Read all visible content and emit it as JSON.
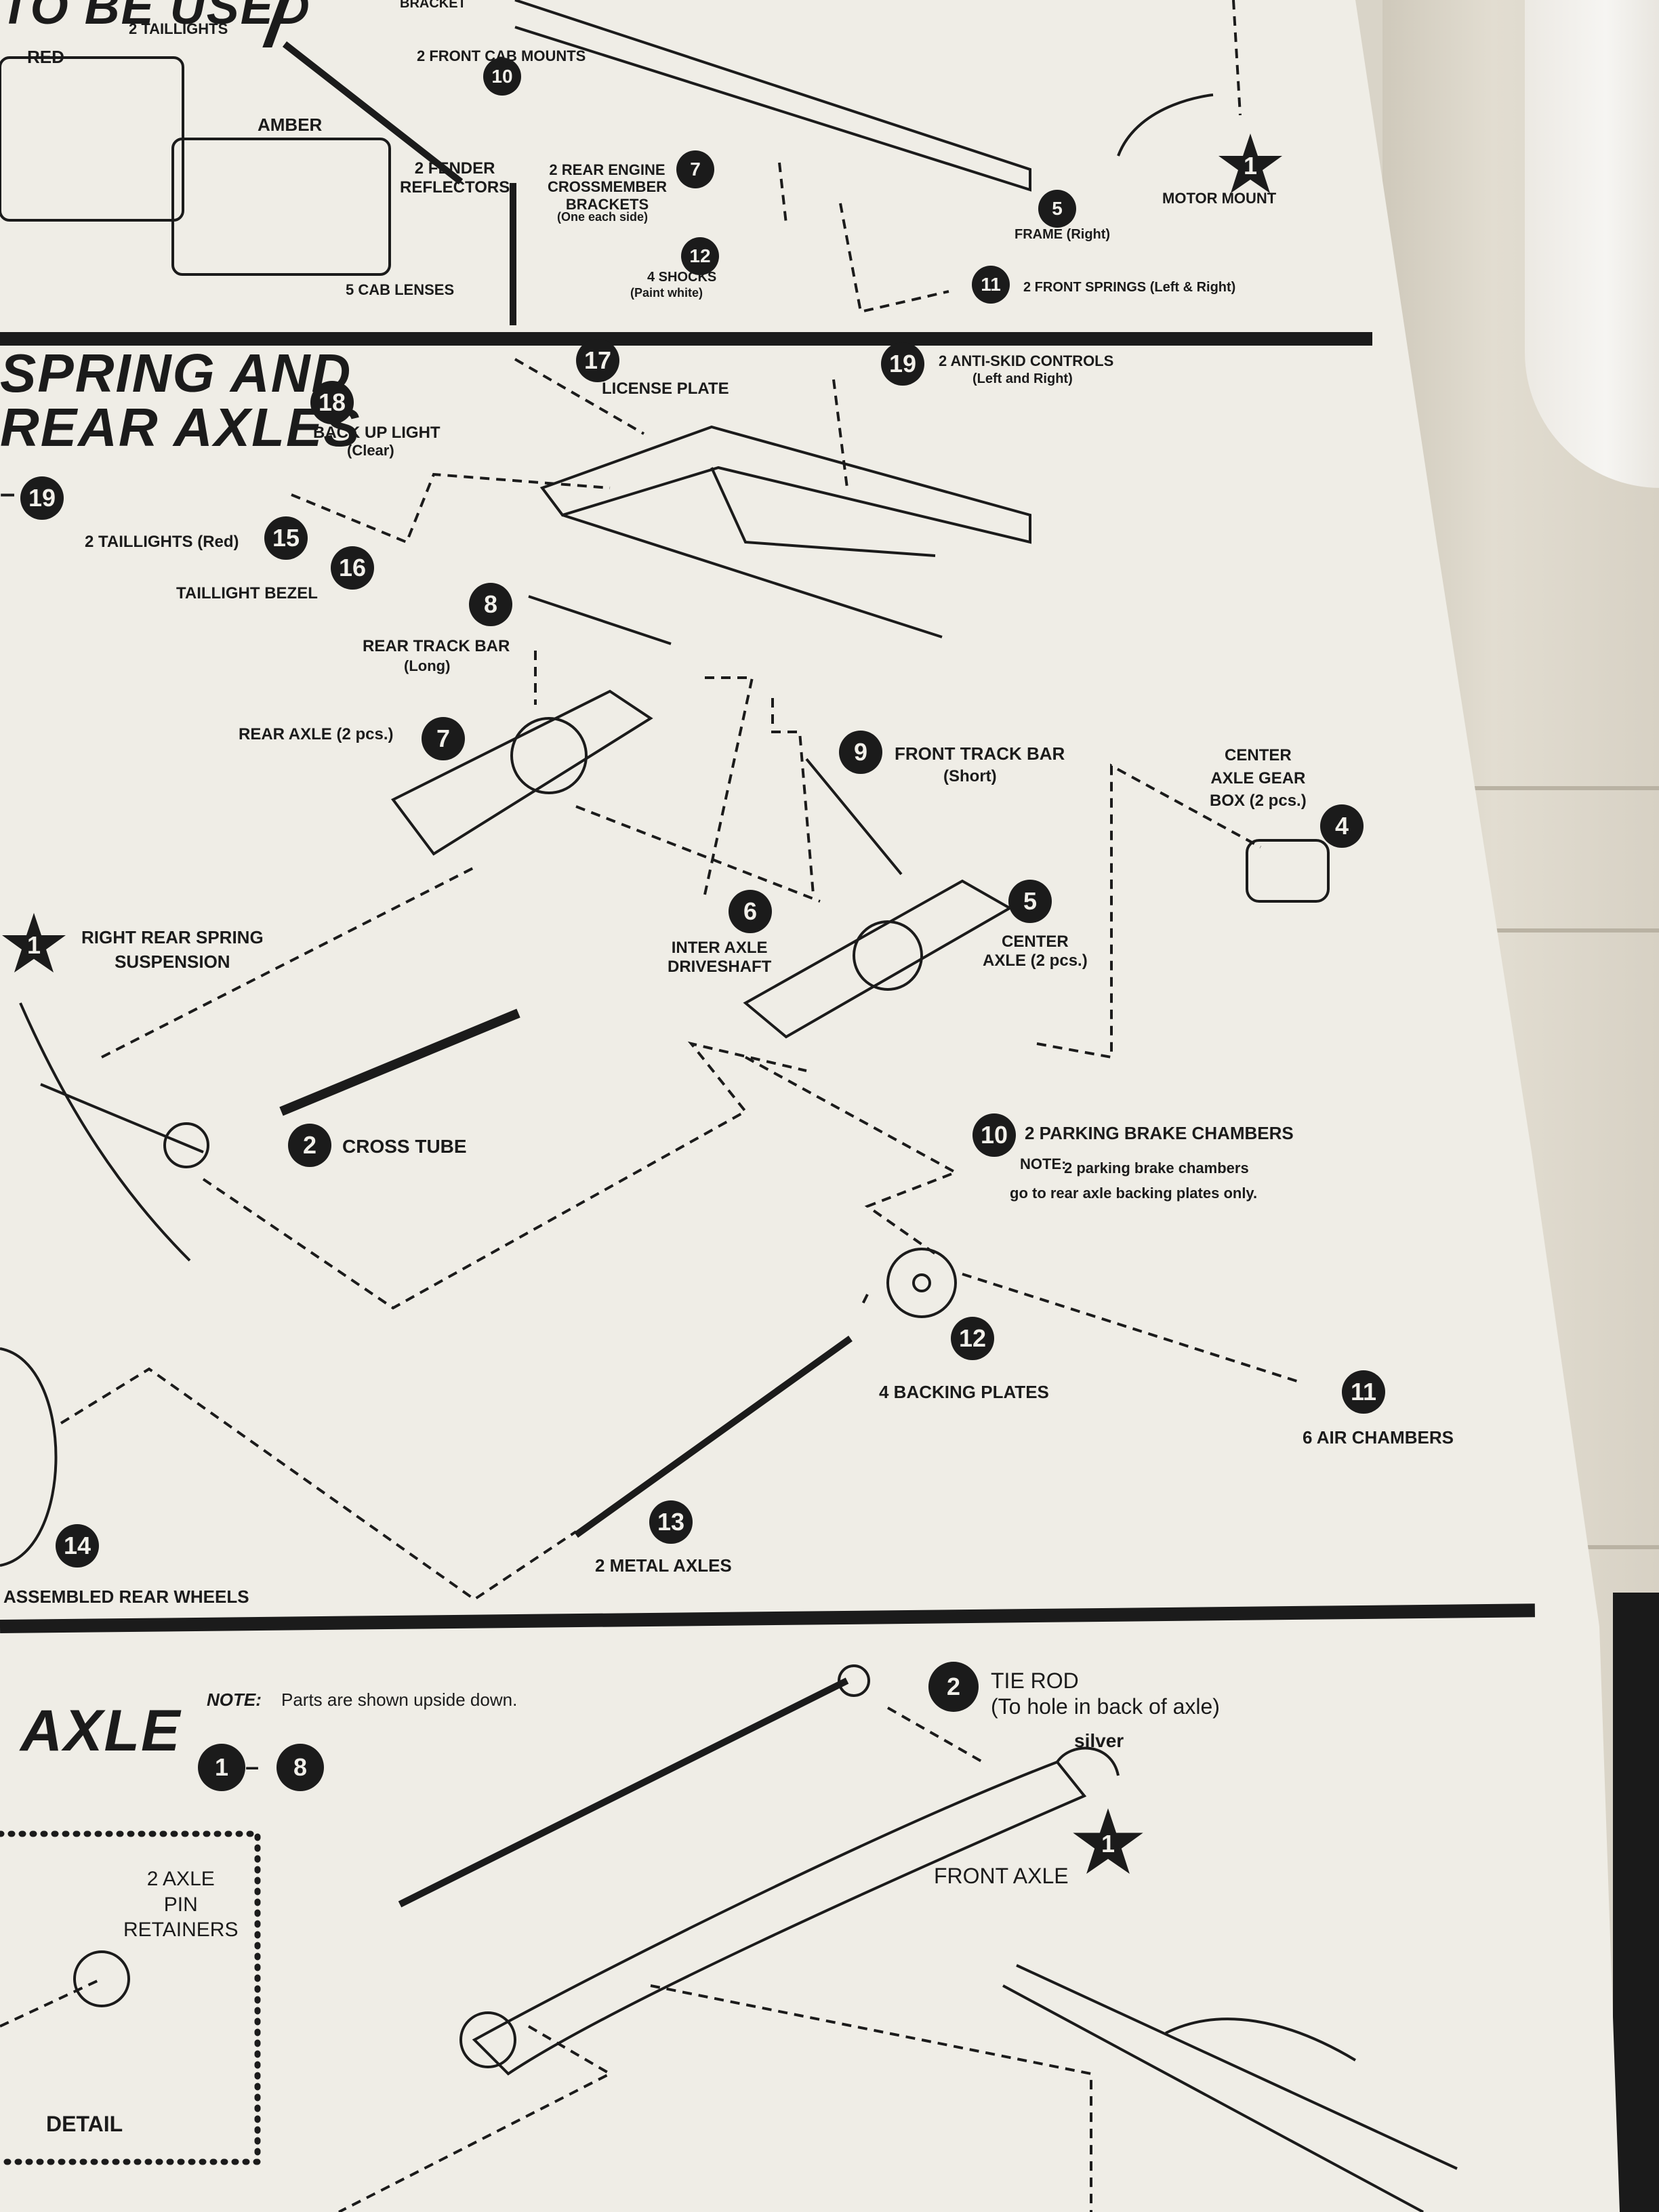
{
  "header_section": {
    "title_partial": "TO BE USED",
    "red_label": "RED",
    "amber_label": "AMBER",
    "taillights": "2 TAILLIGHTS",
    "fender_reflectors": "2 FENDER\nREFLECTORS",
    "cab_lenses": "5 CAB LENSES",
    "bracket": "BRACKET",
    "front_cab_mounts": "2 FRONT CAB MOUNTS",
    "rear_engine_crossmember": "2 REAR ENGINE\nCROSSMEMBER\nBRACKETS",
    "one_each_side": "(One each side)",
    "shocks": "4 SHOCKS",
    "paint_white": "(Paint white)",
    "frame_right": "FRAME (Right)",
    "motor_mount": "MOTOR MOUNT",
    "front_springs": "2 FRONT SPRINGS (Left & Right)",
    "n10": "10",
    "n7": "7",
    "n12": "12",
    "n5": "5",
    "n11": "11",
    "n1": "1"
  },
  "section_spring": {
    "title_line1": "SPRING AND",
    "title_line2": "REAR AXLES",
    "range": "– 19",
    "parts": {
      "license_plate": "LICENSE PLATE",
      "n17": "17",
      "anti_skid": "2 ANTI-SKID CONTROLS",
      "anti_skid_sub": "(Left and Right)",
      "n19": "19",
      "backup_light": "BACK UP LIGHT",
      "backup_sub": "(Clear)",
      "n18": "18",
      "taillights": "2 TAILLIGHTS (Red)",
      "n15": "15",
      "taillight_bezel": "TAILLIGHT BEZEL",
      "n16": "16",
      "rear_track_bar": "REAR TRACK BAR",
      "rear_track_sub": "(Long)",
      "n8": "8",
      "rear_axle": "REAR AXLE (2 pcs.)",
      "n7": "7",
      "front_track_bar": "FRONT TRACK BAR",
      "front_track_sub": "(Short)",
      "n9": "9",
      "center_gear": "CENTER\nAXLE GEAR\nBOX (2 pcs.)",
      "n4": "4",
      "right_rear_spring": "RIGHT REAR SPRING\nSUSPENSION",
      "n1": "1",
      "inter_axle": "INTER AXLE\nDRIVESHAFT",
      "n6": "6",
      "center_axle": "CENTER\nAXLE (2 pcs.)",
      "n5": "5",
      "cross_tube": "CROSS TUBE",
      "n2": "2",
      "parking_brake": "2 PARKING BRAKE CHAMBERS",
      "n10": "10",
      "note_label": "NOTE:",
      "note_text": "2 parking brake chambers\ngo to rear axle backing plates only.",
      "backing_plates": "4 BACKING PLATES",
      "n12": "12",
      "air_chambers": "6 AIR CHAMBERS",
      "n11": "11",
      "rear_wheels": "ASSEMBLED REAR WHEELS",
      "n14": "14",
      "metal_axles": "2 METAL AXLES",
      "n13": "13"
    }
  },
  "section_axle": {
    "title": "AXLE",
    "note_label": "NOTE:",
    "note_text": "Parts are shown upside down.",
    "range_a": "1",
    "range_b": "8",
    "tie_rod": "TIE ROD",
    "tie_rod_sub": "(To hole in back of axle)",
    "n2": "2",
    "silver": "silver",
    "front_axle": "FRONT AXLE",
    "n1": "1",
    "axle_pin": "2 AXLE\nPIN\nRETAINERS",
    "detail": "DETAIL"
  }
}
